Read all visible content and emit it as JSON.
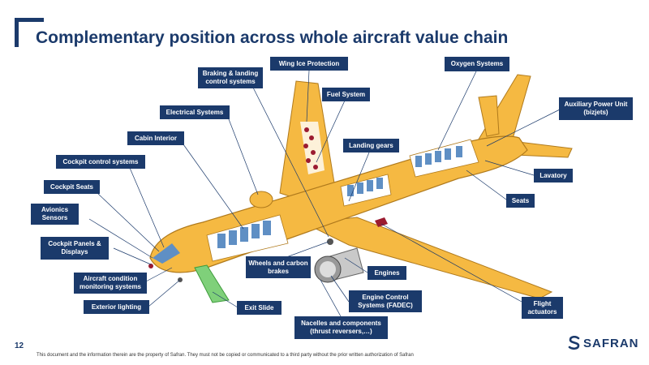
{
  "title": "Complementary position across whole aircraft value chain",
  "page_number": "12",
  "footer": "This document and the information therein are the property of Safran. They must not be copied or communicated to a third party without the prior written authorization of Safran",
  "logo": "SAFRAN",
  "labels": {
    "wing_ice": "Wing Ice Protection",
    "braking": "Braking & landing control systems",
    "fuel": "Fuel System",
    "electrical": "Electrical Systems",
    "cabin": "Cabin Interior",
    "landing_gears": "Landing gears",
    "cockpit_control": "Cockpit control systems",
    "cockpit_seats": "Cockpit Seats",
    "avionics": "Avionics Sensors",
    "cockpit_panels": "Cockpit Panels & Displays",
    "aircraft_condition": "Aircraft condition monitoring systems",
    "exterior_lighting": "Exterior lighting",
    "exit_slide": "Exit Slide",
    "wheels": "Wheels and carbon brakes",
    "engines": "Engines",
    "engine_control": "Engine Control Systems (FADEC)",
    "nacelles": "Nacelles and components (thrust reversers,…)",
    "oxygen": "Oxygen Systems",
    "apu": "Auxiliary Power Unit (bizjets)",
    "lavatory": "Lavatory",
    "seats": "Seats",
    "flight_actuators": "Flight actuators"
  },
  "colors": {
    "brand": "#1b3a6b",
    "fuselage": "#f5b942",
    "fuselage_dark": "#d99a2b",
    "cabin": "#5f8fc4",
    "slide": "#7fd07a"
  }
}
